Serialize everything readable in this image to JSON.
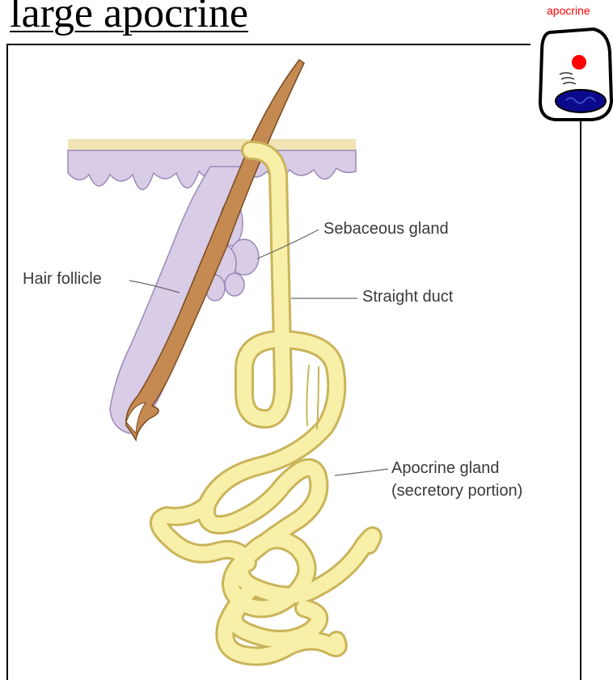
{
  "slide": {
    "title": "large apocrine"
  },
  "icon": {
    "label": "apocrine",
    "label_color": "#ff0000",
    "name": "apocrine-cell-icon"
  },
  "diagram": {
    "labels": {
      "sebaceous_gland": "Sebaceous gland",
      "hair_follicle": "Hair follicle",
      "straight_duct": "Straight duct",
      "apocrine_gland_line1": "Apocrine gland",
      "apocrine_gland_line2": "(secretory portion)"
    },
    "colors": {
      "gland_fill": "#f8efa8",
      "gland_outline": "#c9b45a",
      "skin_fill": "#d8cce6",
      "skin_outline": "#9a8ab8",
      "epidermis_top": "#f2e4b4",
      "hair_fill": "#c58a52",
      "hair_outline": "#7a4a20"
    }
  }
}
